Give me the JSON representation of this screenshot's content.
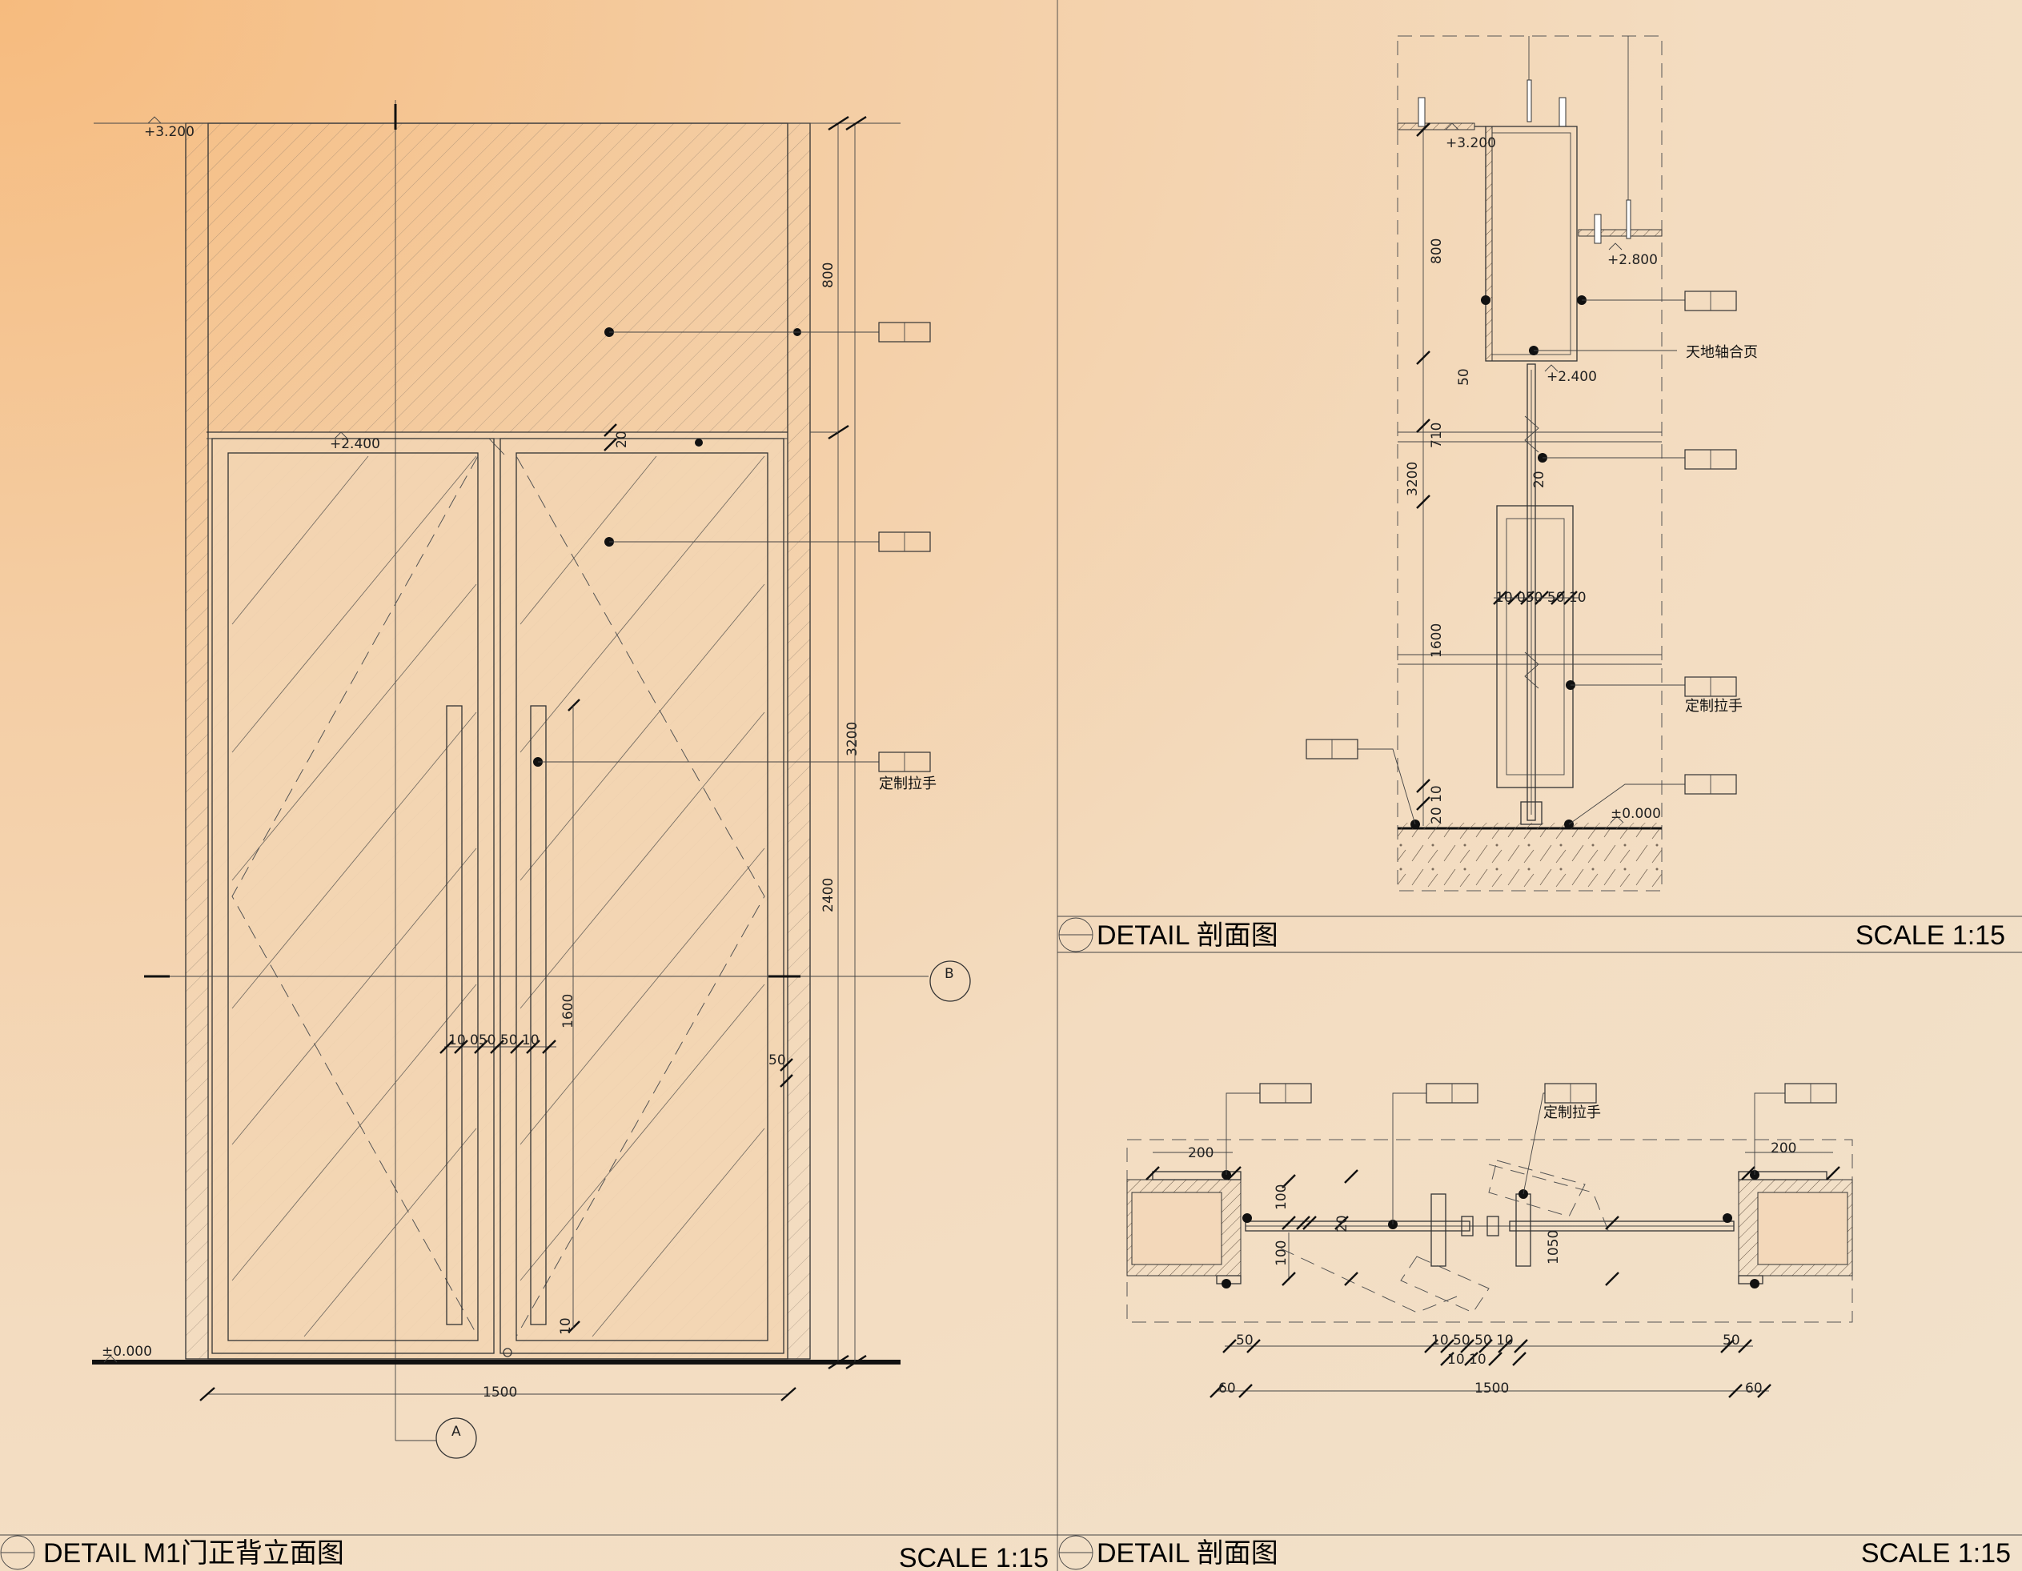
{
  "elevation": {
    "title": "DETAIL M1门正背立面图",
    "scale": "SCALE 1:15",
    "levels": {
      "top": "+3.200",
      "door_top": "+2.400",
      "floor": "±0.000"
    },
    "dims": {
      "upper": "800",
      "total": "3200",
      "lower": "2400",
      "width": "1500",
      "handle": "1600",
      "frame": "50",
      "small_a": "20",
      "small_b": "10"
    },
    "handle_series": "10 050 50 10",
    "handle_label": "定制拉手",
    "section_markers": {
      "a": "A",
      "b": "B"
    }
  },
  "section_vertical": {
    "title": "DETAIL 剖面图",
    "scale": "SCALE 1:15",
    "levels": {
      "top": "+3.200",
      "ceiling": "+2.800",
      "door_top": "+2.400",
      "floor": "±0.000"
    },
    "dims": {
      "d800": "800",
      "d50": "50",
      "d710": "710",
      "d3200": "3200",
      "d1600": "1600",
      "d20": "20",
      "handle_series": "10 050 50 10",
      "bottom": "20 10"
    },
    "hinge_label": "天地轴合页",
    "handle_label": "定制拉手"
  },
  "section_plan": {
    "title": "DETAIL 剖面图",
    "scale": "SCALE 1:15",
    "dims": {
      "left200": "200",
      "right200": "200",
      "d100a": "100",
      "d100b": "100",
      "d20": "20",
      "d1050": "1050",
      "d50l": "50",
      "d50r": "50",
      "series": "10 50 50 10",
      "series2": "10 10",
      "d60l": "60",
      "d60r": "60",
      "width": "1500"
    },
    "handle_label": "定制拉手"
  }
}
